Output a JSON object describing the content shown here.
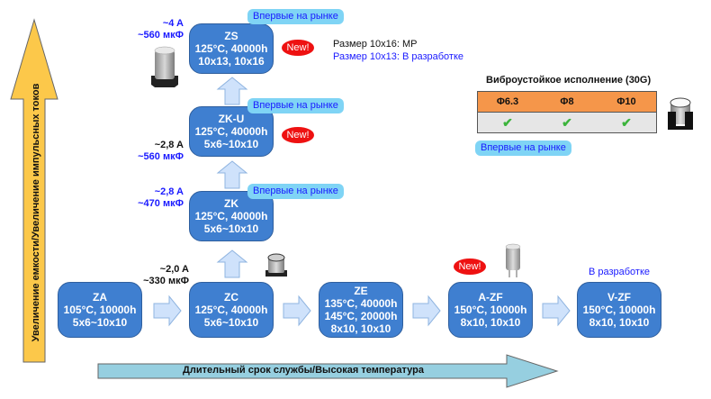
{
  "axes": {
    "vertical_label": "Увеличение емкости/Увеличение импульсных токов",
    "horizontal_label": "Длительный срок службы/Высокая температура"
  },
  "series": [
    {
      "id": "ZA",
      "name": "ZA",
      "line1": "105°C, 10000h",
      "line2": "5x6~10x10"
    },
    {
      "id": "ZC",
      "name": "ZC",
      "line1": "125°C, 40000h",
      "line2": "5x6~10x10"
    },
    {
      "id": "ZE",
      "name": "ZE",
      "line1": "135°C, 40000h",
      "line2": "145°C, 20000h",
      "line3": "8x10, 10x10"
    },
    {
      "id": "A-ZF",
      "name": "A-ZF",
      "line1": "150°C, 10000h",
      "line2": "8x10, 10x10"
    },
    {
      "id": "V-ZF",
      "name": "V-ZF",
      "line1": "150°C, 10000h",
      "line2": "8x10, 10x10"
    },
    {
      "id": "ZK",
      "name": "ZK",
      "line1": "125°C, 40000h",
      "line2": "5x6~10x10"
    },
    {
      "id": "ZK-U",
      "name": "ZK-U",
      "line1": "125°C, 40000h",
      "line2": "5x6~10x10"
    },
    {
      "id": "ZS",
      "name": "ZS",
      "line1": "125°C, 40000h",
      "line2": "10x13, 10x16"
    }
  ],
  "ratings": {
    "ZC": {
      "current": "~2,0 A",
      "capacitance": "~330 мкФ"
    },
    "ZK": {
      "current": "~2,8 A",
      "capacitance": "~470 мкФ"
    },
    "ZKU": {
      "current": "~2,8 A",
      "capacitance": "~560 мкФ"
    },
    "ZS": {
      "current": "~4 A",
      "capacitance": "~560 мкФ"
    }
  },
  "badges": {
    "first_on_market": "Впервые на рынке",
    "new": "New!",
    "in_development": "В разработке"
  },
  "zs_notes": {
    "size_16": "Размер 10x16: MP",
    "size_13": "Размер 10x13: В разработке"
  },
  "vibration": {
    "title": "Виброустойкое исполнение (30G)",
    "sizes": [
      "Φ6.3",
      "Φ8",
      "Φ10"
    ],
    "check": "✔"
  },
  "colors": {
    "box": "#3f7fd0",
    "badge": "#7fd4f5",
    "new": "#ee1111",
    "vertical_arrow": "#fcc84a",
    "horizontal_arrow": "#96cfe0",
    "table_header": "#f5964a"
  }
}
